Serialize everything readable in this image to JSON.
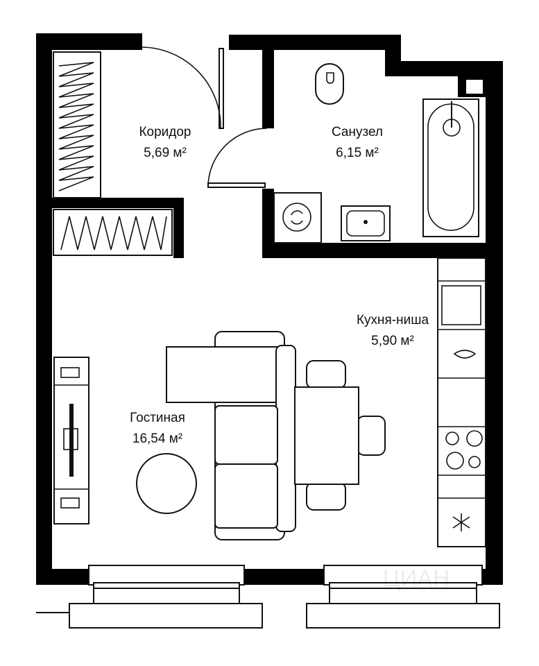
{
  "rooms": [
    {
      "name": "Коридор",
      "area": "5,69 м²"
    },
    {
      "name": "Санузел",
      "area": "6,15 м²"
    },
    {
      "name": "Кухня-ниша",
      "area": "5,90 м²"
    },
    {
      "name": "Гостиная",
      "area": "16,54 м²"
    }
  ],
  "watermark": "ЦИАН",
  "colors": {
    "wall": "#000000",
    "background": "#ffffff",
    "line": "#111111"
  }
}
